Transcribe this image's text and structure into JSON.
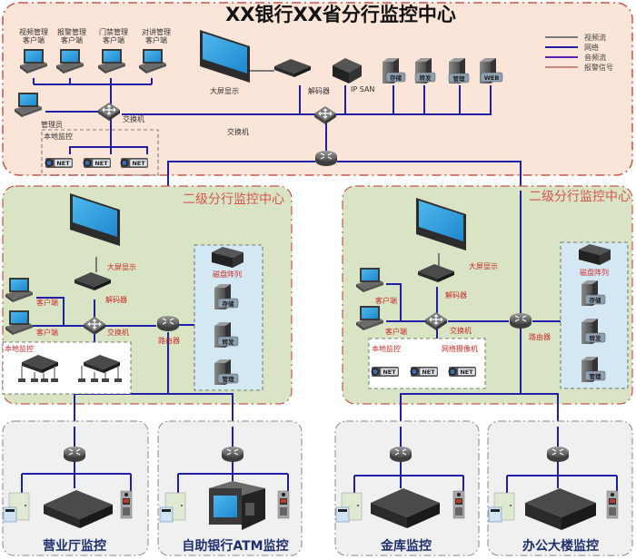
{
  "title": "XX银行XX省分行监控中心",
  "legend": [
    {
      "label": "视频流",
      "color": "#7a7a7a"
    },
    {
      "label": "网络",
      "color": "#1f1fa8"
    },
    {
      "label": "音频流",
      "color": "#5a1fb0"
    },
    {
      "label": "报警信号",
      "color": "#c98a7a"
    }
  ],
  "hq": {
    "clients": [
      "视频管理\n客户端",
      "报警管理\n客户端",
      "门禁管理\n客户端",
      "对讲管理\n客户端"
    ],
    "client_lines": [
      [
        "视频管理",
        "客户端"
      ],
      [
        "报警管理",
        "客户端"
      ],
      [
        "门禁管理",
        "客户端"
      ],
      [
        "对讲管理",
        "客户端"
      ]
    ],
    "admin_label": "管理员",
    "switch_label": "交换机",
    "local_label": "本地监控",
    "camera_tag": "NET",
    "display_label": "大屏显示",
    "decoder_label": "解码器",
    "ipsan_label": "IP SAN",
    "center_switch_label": "交换机",
    "servers": [
      "存储",
      "转发",
      "管理",
      "WEB"
    ]
  },
  "branches": [
    {
      "title": "二级分行监控中心",
      "display_label": "大屏显示",
      "decoder_label": "解码器",
      "client_label_1": "客户端",
      "client_label_2": "客户端",
      "switch_label": "交换机",
      "router_label": "路由器",
      "local_label": "本地监控",
      "disk_label": "磁盘阵列",
      "servers": [
        "存储",
        "转发",
        "管理"
      ]
    },
    {
      "title": "二级分行监控中心",
      "display_label": "大屏显示",
      "decoder_label": "解码器",
      "client_label_1": "客户端",
      "client_label_2": "客户端",
      "switch_label": "交换机",
      "router_label": "路由器",
      "local_label": "本地监控",
      "camera_group_label": "网络摄像机",
      "camera_tag": "NET",
      "disk_label": "磁盘阵列",
      "servers": [
        "存储",
        "转发",
        "管理"
      ]
    }
  ],
  "sites": [
    {
      "label": "营业厅监控"
    },
    {
      "label": "自助银行ATM监控"
    },
    {
      "label": "金库监控"
    },
    {
      "label": "办公大楼监控"
    }
  ],
  "colors": {
    "network": "#1f1fa8",
    "hq_bg": "#fbe5d8",
    "branch_bg": "#d8e4c4",
    "site_bg": "#f0f0f0",
    "border_red": "#c9574a",
    "section_red": "#d9534f",
    "bottom_text": "#1f2f6e"
  }
}
